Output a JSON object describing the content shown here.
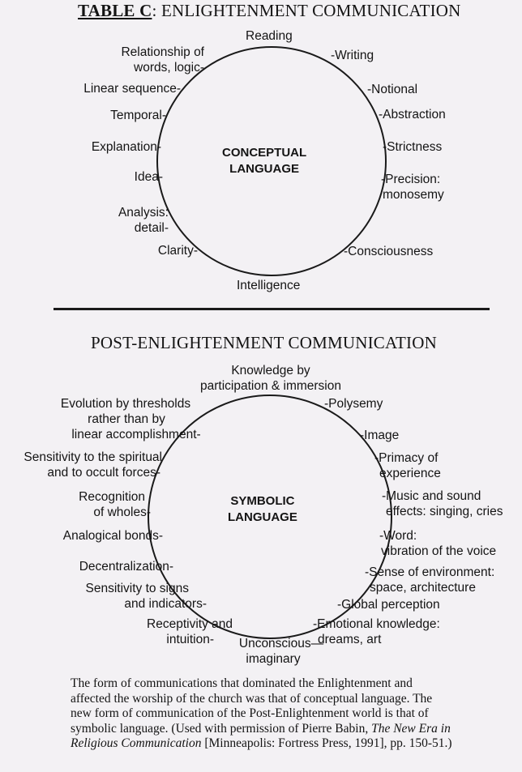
{
  "table_c": {
    "title_prefix": "TABLE C",
    "title_rest": ": ENLIGHTENMENT COMMUNICATION",
    "core_line1": "CONCEPTUAL",
    "core_line2": "LANGUAGE",
    "top": "Reading",
    "bottom": "Intelligence",
    "left": [
      {
        "l1": "Relationship of",
        "l2": "words, logic-"
      },
      {
        "l1": "Linear sequence-"
      },
      {
        "l1": "Temporal-"
      },
      {
        "l1": "Explanation-"
      },
      {
        "l1": "Idea-"
      },
      {
        "l1": "Analysis:",
        "l2": "detail-"
      },
      {
        "l1": "Clarity-"
      }
    ],
    "right": [
      {
        "l1": "-Writing"
      },
      {
        "l1": "-Notional"
      },
      {
        "l1": "-Abstraction"
      },
      {
        "l1": "-Strictness"
      },
      {
        "l1": "-Precision:",
        "l2": "monosemy"
      },
      {
        "l1": "-Consciousness"
      }
    ]
  },
  "post": {
    "title": "POST-ENLIGHTENMENT COMMUNICATION",
    "core_line1": "SYMBOLIC",
    "core_line2": "LANGUAGE",
    "top_l1": "Knowledge by",
    "top_l2": "participation & immersion",
    "bottom_l1": "Unconscious—",
    "bottom_l2": "imaginary",
    "left": [
      {
        "l1": "Evolution by thresholds",
        "l2": "rather than by",
        "l3": "linear accomplishment-"
      },
      {
        "l1": "Sensitivity to the spiritual",
        "l2": "and to occult forces-"
      },
      {
        "l1": "Recognition",
        "l2": "of wholes-"
      },
      {
        "l1": "Analogical bonds-"
      },
      {
        "l1": "Decentralization-"
      },
      {
        "l1": "Sensitivity to signs",
        "l2": "and indicators-"
      },
      {
        "l1": "Receptivity and",
        "l2": "intuition-"
      }
    ],
    "right": [
      {
        "l1": "-Polysemy"
      },
      {
        "l1": "-Image"
      },
      {
        "l1": "-Primacy of",
        "l2": "experience"
      },
      {
        "l1": "-Music and sound",
        "l2": "effects: singing, cries"
      },
      {
        "l1": "-Word:",
        "l2": "vibration of the voice"
      },
      {
        "l1": "-Sense of environment:",
        "l2": "space, architecture"
      },
      {
        "l1": "-Global perception"
      },
      {
        "l1": "-Emotional knowledge:",
        "l2": "dreams, art"
      }
    ]
  },
  "caption": {
    "line1": "The form of communications that dominated the Enlightenment and",
    "line2": "affected the worship of the church was that of conceptual language. The",
    "line3": "new form of communication of the Post-Enlightenment world is that of",
    "line4": "symbolic language. (Used with permission of Pierre Babin,",
    "line4_italic": "The New Era in",
    "line5_italic": "Religious Communication",
    "line5": "[Minneapolis: Fortress Press, 1991], pp. 150-51.)"
  }
}
